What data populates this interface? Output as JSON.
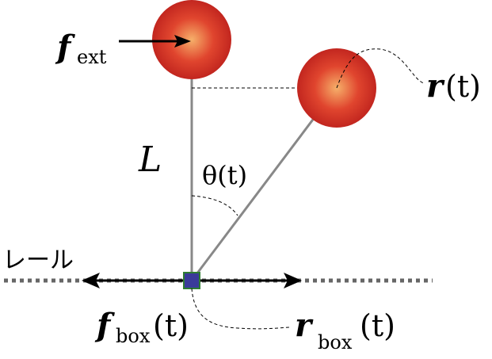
{
  "labels": {
    "f_ext_main": "f",
    "f_ext_sub": "ext",
    "r_main": "r",
    "r_arg": "(t)",
    "L": "L",
    "theta": "θ(t)",
    "rail": "レール",
    "f_box_main": "f",
    "f_box_sub": "box",
    "f_box_arg": "(t)",
    "r_box_main": "r",
    "r_box_sub": "box",
    "r_box_arg": "(t)"
  },
  "colors": {
    "ball_center": "#f6b06a",
    "ball_mid": "#e0452e",
    "ball_edge": "#c2261f",
    "rod": "#888888",
    "rail": "#666666",
    "box_fill": "#3a3a9a",
    "box_border": "#2e7d32",
    "ink": "#000000"
  }
}
